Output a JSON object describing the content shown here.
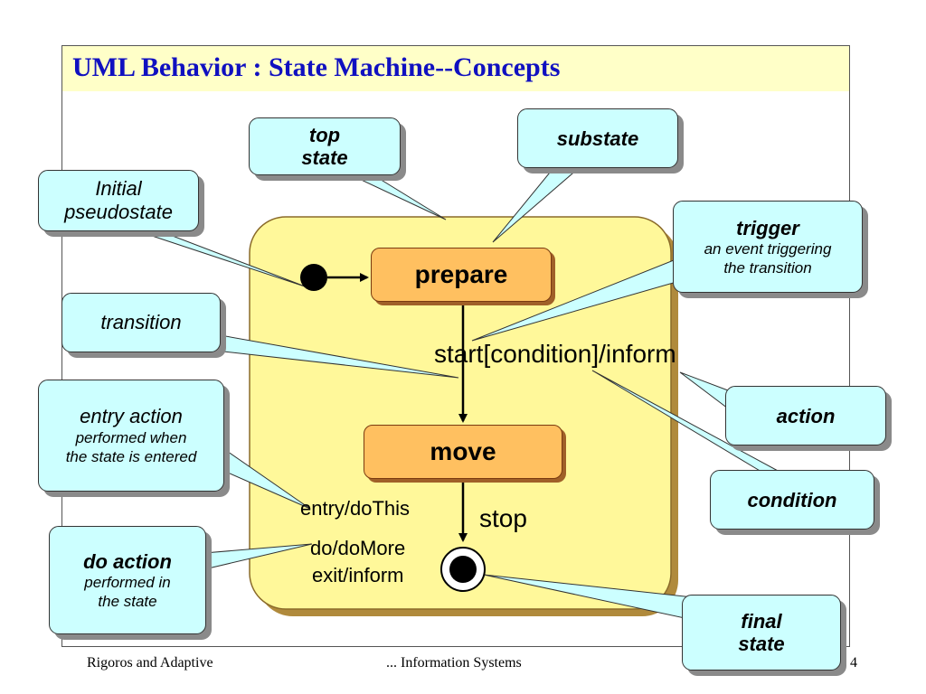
{
  "title": "UML Behavior : State Machine--Concepts",
  "states": {
    "prepare": "prepare",
    "move": "move"
  },
  "labels": {
    "transition": "start[condition]/inform",
    "stop": "stop",
    "entry": "entry/doThis",
    "do": "do/doMore",
    "exit": "exit/inform"
  },
  "callouts": {
    "top_state": {
      "line1": "top",
      "line2": "state"
    },
    "substate": {
      "line1": "substate"
    },
    "initial": {
      "line1": "Initial",
      "line2": "pseudostate"
    },
    "trigger": {
      "title": "trigger",
      "desc1": "an event triggering",
      "desc2": "the transition"
    },
    "transition": {
      "line1": "transition"
    },
    "action": {
      "line1": "action"
    },
    "entry_action": {
      "title": "entry action",
      "desc1": "performed when",
      "desc2": "the state is entered"
    },
    "condition": {
      "line1": "condition"
    },
    "do_action": {
      "title": "do action",
      "desc1": "performed in",
      "desc2": "the state"
    },
    "final_state": {
      "line1": "final",
      "line2": "state"
    }
  },
  "footer": {
    "left": "Rigoros and Adaptive",
    "center": "... Information Systems",
    "right": "4"
  },
  "colors": {
    "title_text": "#1010c0",
    "title_bg": "#ffffc8",
    "callout_bg": "#ccffff",
    "top_state_bg": "#fff89a",
    "state_bg": "#ffc060"
  }
}
